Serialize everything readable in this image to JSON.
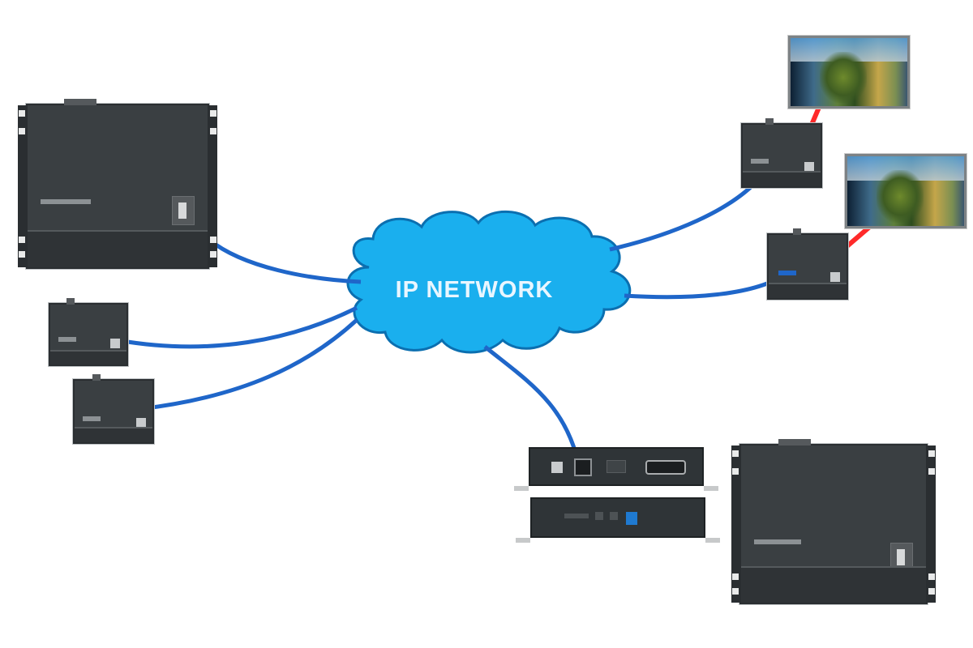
{
  "diagram": {
    "cloud": {
      "label": "IP NETWORK",
      "color": "#1aafee",
      "outline": "#0b6fb0"
    },
    "cable_colors": {
      "network": "#1f66c9",
      "video": "#ff2a2a"
    },
    "nodes": [
      {
        "id": "encoder-large-top-left",
        "type": "large-device"
      },
      {
        "id": "encoder-small-1",
        "type": "small-device"
      },
      {
        "id": "encoder-small-2",
        "type": "small-device"
      },
      {
        "id": "decoder-small-1",
        "type": "small-device"
      },
      {
        "id": "decoder-small-2",
        "type": "small-device"
      },
      {
        "id": "display-1",
        "type": "display"
      },
      {
        "id": "display-2",
        "type": "display"
      },
      {
        "id": "rack-panel-front",
        "type": "panel"
      },
      {
        "id": "rack-panel-rear",
        "type": "panel"
      },
      {
        "id": "encoder-large-bottom-right",
        "type": "large-device"
      }
    ],
    "links": [
      {
        "from": "encoder-large-top-left",
        "to": "cloud",
        "kind": "network"
      },
      {
        "from": "encoder-small-1",
        "to": "cloud",
        "kind": "network"
      },
      {
        "from": "encoder-small-2",
        "to": "cloud",
        "kind": "network"
      },
      {
        "from": "cloud",
        "to": "decoder-small-1",
        "kind": "network"
      },
      {
        "from": "cloud",
        "to": "decoder-small-2",
        "kind": "network"
      },
      {
        "from": "cloud",
        "to": "rack-panel-front",
        "kind": "network"
      },
      {
        "from": "decoder-small-1",
        "to": "display-1",
        "kind": "video"
      },
      {
        "from": "decoder-small-2",
        "to": "display-2",
        "kind": "video"
      }
    ]
  }
}
